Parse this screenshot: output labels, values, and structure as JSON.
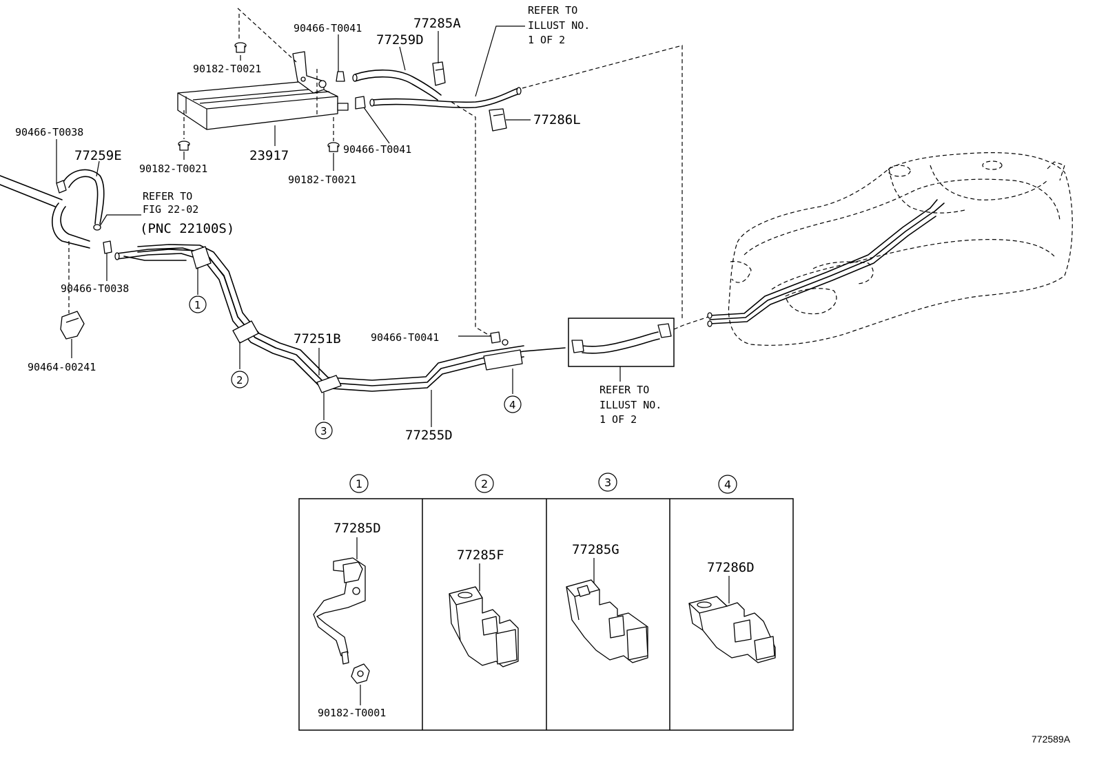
{
  "labels": {
    "p90466_t0041_top": "90466-T0041",
    "p77285a": "77285A",
    "p77259d": "77259D",
    "refer_illust_top_1": "REFER TO",
    "refer_illust_top_2": "ILLUST NO.",
    "refer_illust_top_3": "1 OF 2",
    "p90182_t0021_a": "90182-T0021",
    "p90466_t0041_mid": "90466-T0041",
    "p77286l": "77286L",
    "p90466_t0038_top": "90466-T0038",
    "p77259e": "77259E",
    "refer_fig_1": "REFER TO",
    "refer_fig_2": "FIG 22-02",
    "refer_fig_3": "(PNC 22100S)",
    "p90182_t0021_b": "90182-T0021",
    "p23917": "23917",
    "p90182_t0021_c": "90182-T0021",
    "p90466_t0038_bot": "90466-T0038",
    "p90464_00241": "90464-00241",
    "p77251b": "77251B",
    "p90466_t0041_low": "90466-T0041",
    "p77255d": "77255D",
    "refer_illust_bot_1": "REFER TO",
    "refer_illust_bot_2": "ILLUST NO.",
    "refer_illust_bot_3": "1 OF 2"
  },
  "callouts": [
    "①",
    "②",
    "③",
    "④"
  ],
  "detail_panels": [
    {
      "index": "①",
      "part": "77285D",
      "sub_part": "90182-T0001"
    },
    {
      "index": "②",
      "part": "77285F"
    },
    {
      "index": "③",
      "part": "77285G"
    },
    {
      "index": "④",
      "part": "77286D"
    }
  ],
  "figure_id": "772589A"
}
